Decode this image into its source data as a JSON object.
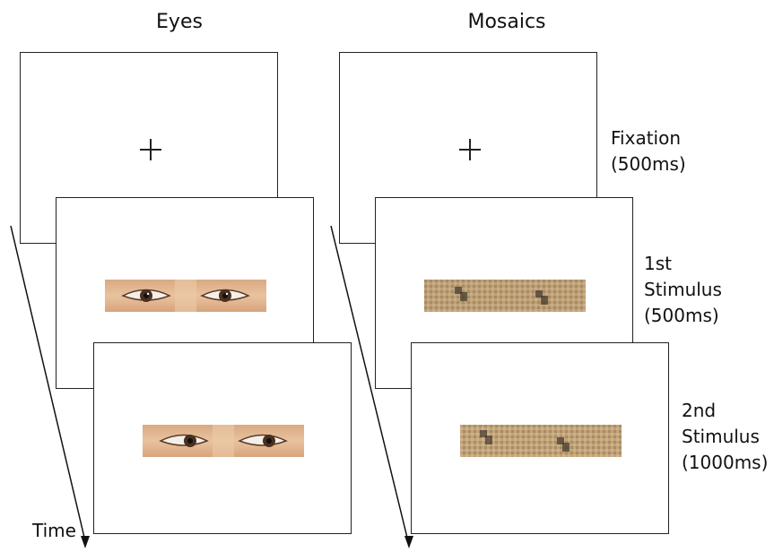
{
  "columns": [
    {
      "title": "Eyes"
    },
    {
      "title": "Mosaics"
    }
  ],
  "phases": [
    {
      "lines": [
        "Fixation",
        "(500ms)"
      ]
    },
    {
      "lines": [
        "1st",
        "Stimulus",
        "(500ms)"
      ]
    },
    {
      "lines": [
        "2nd",
        "Stimulus",
        "(1000ms)"
      ]
    }
  ],
  "time_label": "Time",
  "colors": {
    "frame_border": "#222222",
    "skin": "#e2b791",
    "mosaic": "#b89a6e"
  }
}
